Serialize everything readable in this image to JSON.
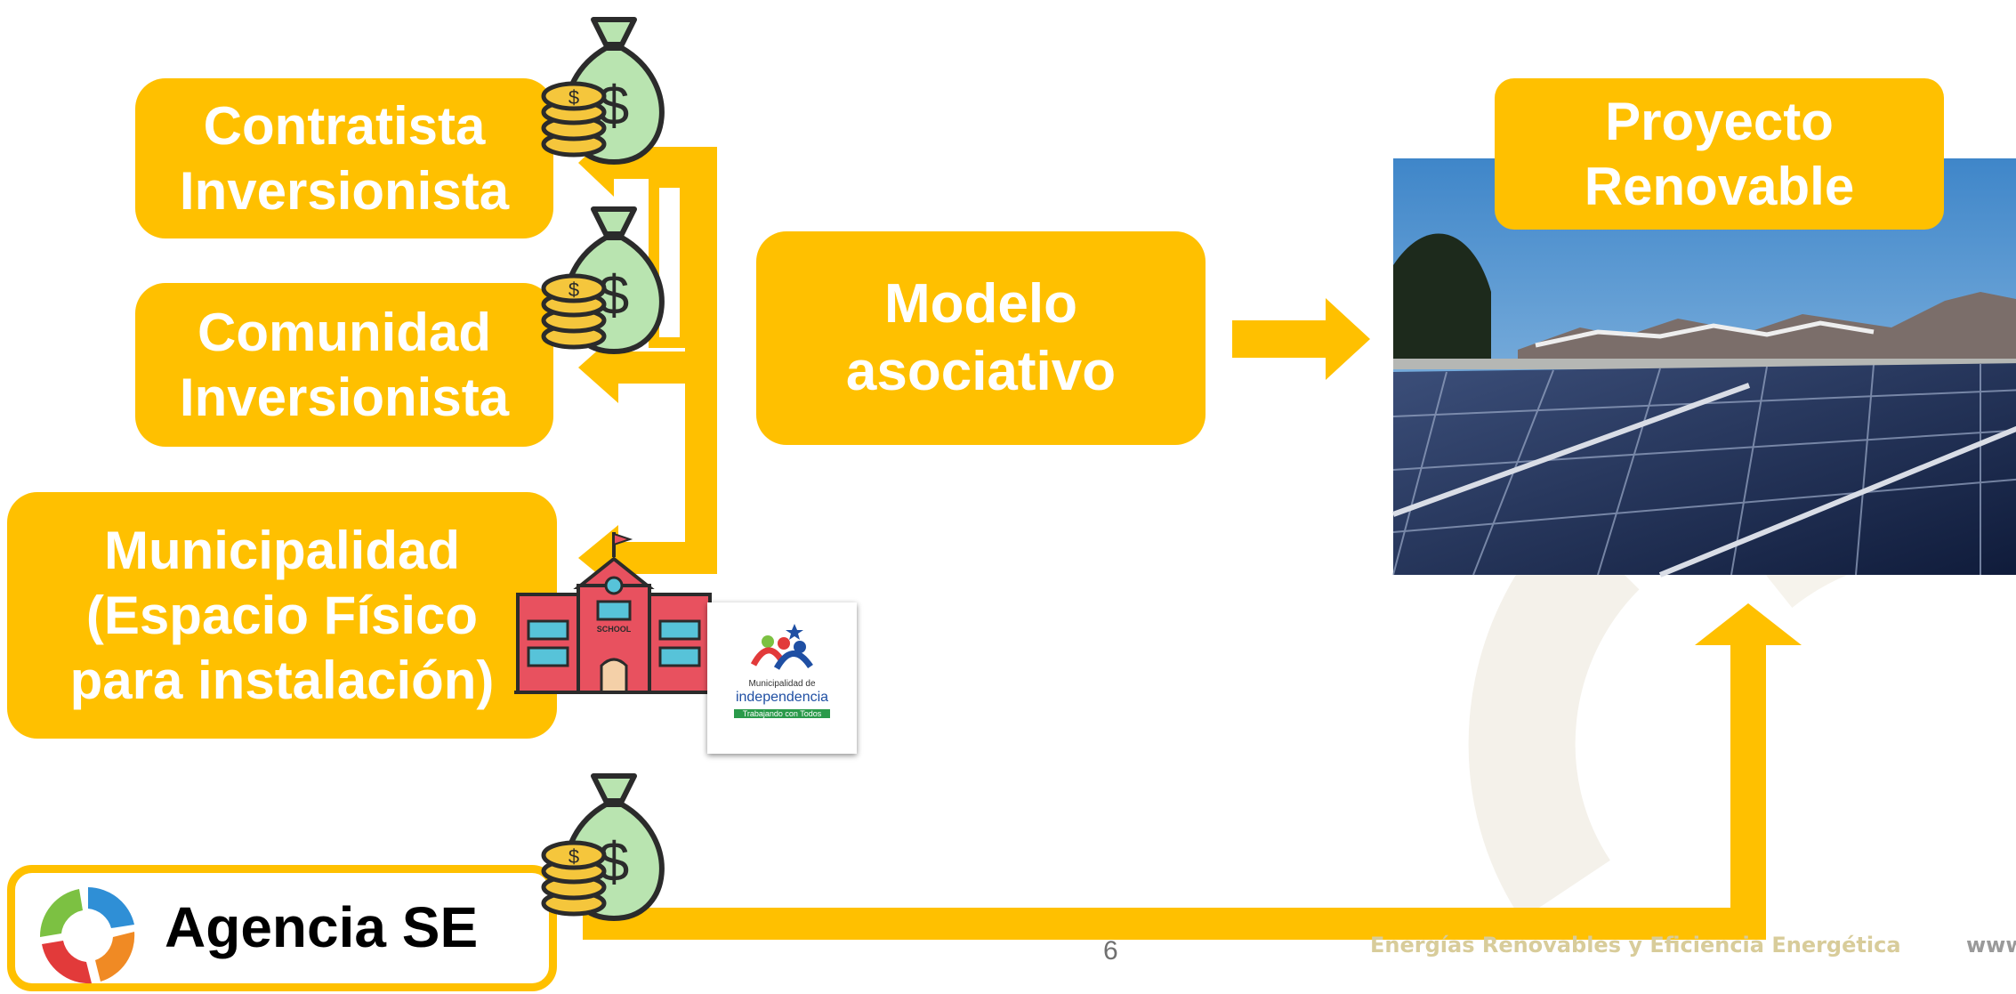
{
  "nodes": {
    "contratista": "Contratista\nInversionista",
    "comunidad": "Comunidad\nInversionista",
    "municipalidad": "Municipalidad\n(Espacio Físico\npara instalación)",
    "modelo": "Modelo\nasociativo",
    "proyecto": "Proyecto\nRenovable",
    "agencia": "Agencia SE"
  },
  "logo_muni": {
    "line1": "Municipalidad de",
    "line2": "independencia",
    "line3": "Trabajando con Todos"
  },
  "school_sign": "SCHOOL",
  "footer": {
    "page_number": "6",
    "tagline": "Energías Renovables y Eficiencia Energética",
    "url_partial": "www"
  },
  "icons": [
    "money-bag-icon",
    "coin-stack-icon",
    "school-building-icon",
    "solar-panel-photo",
    "agency-logo-icon",
    "arrow-right-icon",
    "arrow-up-icon",
    "arrow-left-icon"
  ],
  "colors": {
    "accent": "#FFC000",
    "text_on_accent": "#FFFFFF",
    "money_bag": "#B9E4B0",
    "coin": "#F5C63C",
    "school": "#E8515F"
  }
}
